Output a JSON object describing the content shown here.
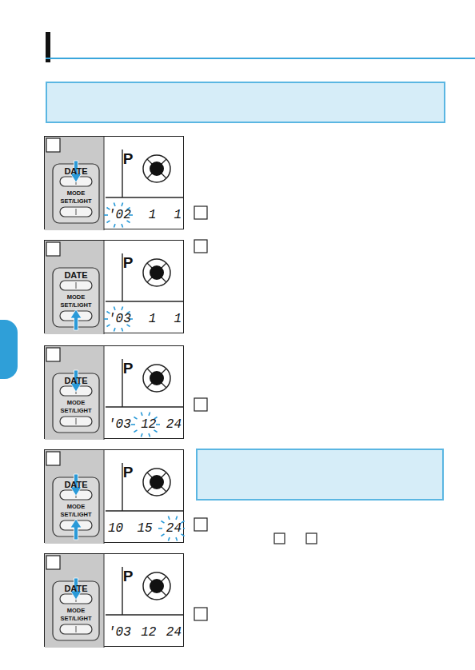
{
  "diagram": {
    "nodes": [
      {
        "text": [
          "DATE",
          "MODE",
          "SET/LIGHT",
          "P",
          "'02 1 1"
        ]
      },
      {
        "text": [
          "DATE",
          "MODE",
          "SET/LIGHT",
          "P",
          "'03 1 1"
        ]
      },
      {
        "text": [
          "DATE",
          "MODE",
          "SET/LIGHT",
          "P",
          "'03 12 24"
        ]
      },
      {
        "text": [
          "DATE",
          "MODE",
          "SET/LIGHT",
          "P",
          "10 15 24"
        ]
      },
      {
        "text": [
          "DATE",
          "MODE",
          "SET/LIGHT",
          "P",
          "'03 12 24"
        ]
      }
    ]
  }
}
